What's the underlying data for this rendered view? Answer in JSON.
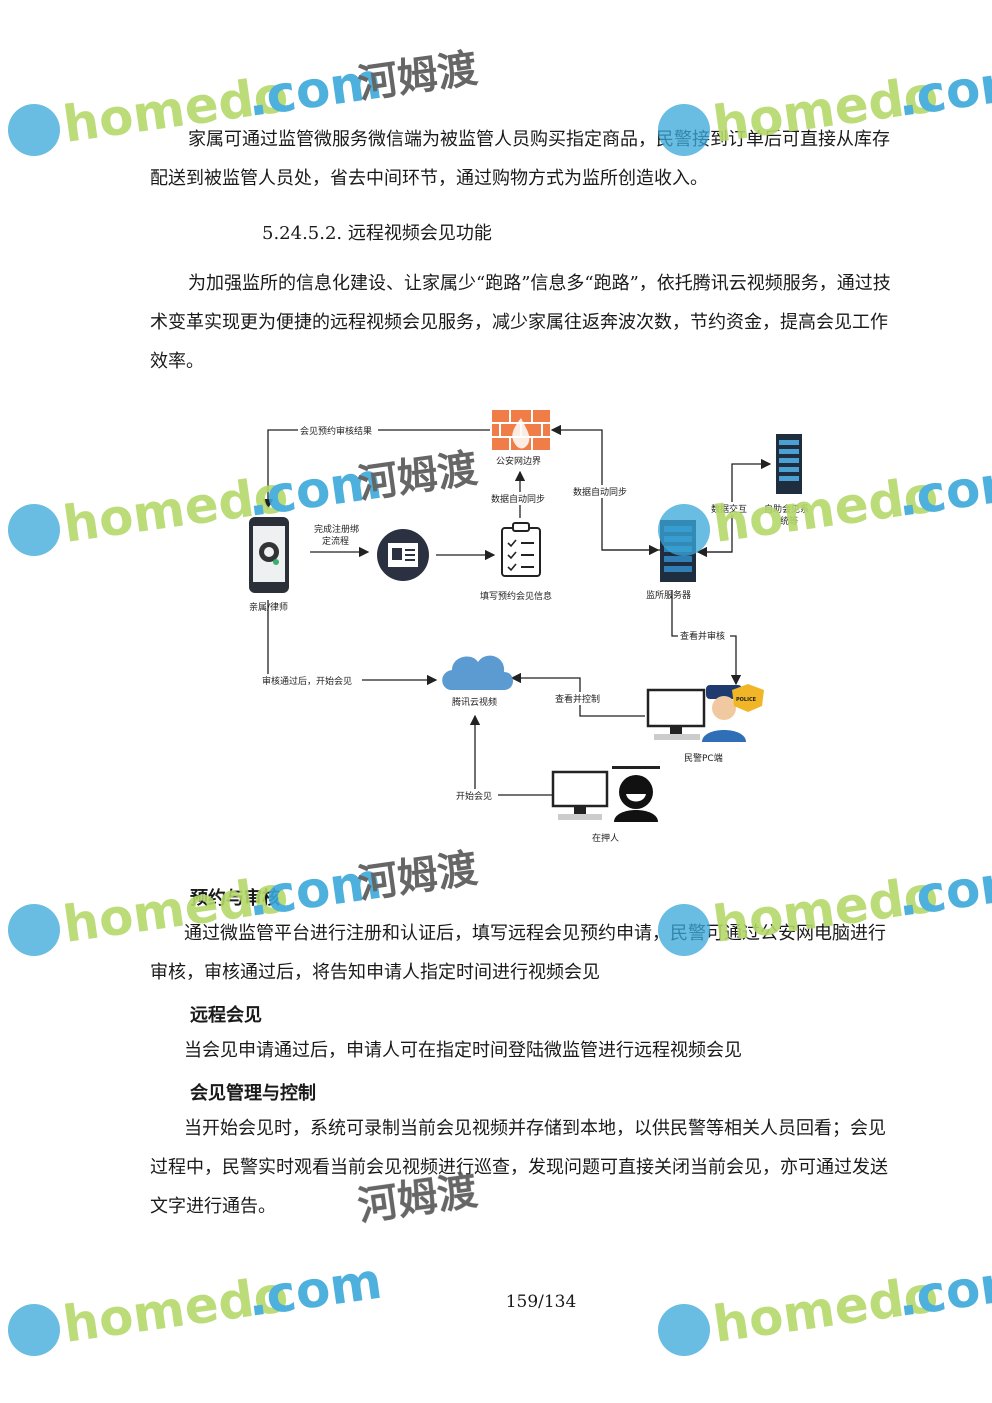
{
  "paragraphs": {
    "p1": "家属可通过监管微服务微信端为被监管人员购买指定商品，民警接到订单后可直接从库存配送到被监管人员处，省去中间环节，通过购物方式为监所创造收入。",
    "heading": "5.24.5.2. 远程视频会见功能",
    "p2": "为加强监所的信息化建设、让家属少“跑路”信息多“跑路”，依托腾讯云视频服务，通过技术变革实现更为便捷的远程视频会见服务，减少家属往返奔波次数，节约资金，提高会见工作效率。",
    "sub1": "预约与审核",
    "p3": "通过微监管平台进行注册和认证后，填写远程会见预约申请，民警可通过公安网电脑进行审核，审核通过后，将告知申请人指定时间进行视频会见",
    "sub2": "远程会见",
    "p4": "当会见申请通过后，申请人可在指定时间登陆微监管进行远程视频会见",
    "sub3": "会见管理与控制",
    "p5": "当开始会见时，系统可录制当前会见视频并存储到本地，以供民警等相关人员回看；会见过程中，民警实时观看当前会见视频进行巡查，发现问题可直接关闭当前会见，亦可通过发送文字进行通告。"
  },
  "page_number": "159/134",
  "diagram": {
    "firewall_label": "公安网边界",
    "phone_label": "亲属/律师",
    "register_label": "完成注册绑定流程",
    "form_label": "填写预约会见信息",
    "server_label": "监所服务器",
    "selfservice_label": "自助会见系统等",
    "cloud_label": "腾讯云视频",
    "police_label": "民警PC端",
    "detainee_label": "在押人",
    "edge_review_result": "会见预约审核结果",
    "edge_auto_sync1": "数据自动同步",
    "edge_auto_sync2": "数据自动同步",
    "edge_data_exchange": "数据交互",
    "edge_view_review": "查看并审核",
    "edge_view_control": "查看并控制",
    "edge_start_after": "审核通过后，开始会见",
    "edge_start": "开始会见",
    "police_badge": "POLICE"
  },
  "watermark": {
    "brand": "homedo",
    "domain": ".com",
    "cn": "河姆渡",
    "green": "#b5d96a",
    "blue": "#3aa7d8"
  }
}
